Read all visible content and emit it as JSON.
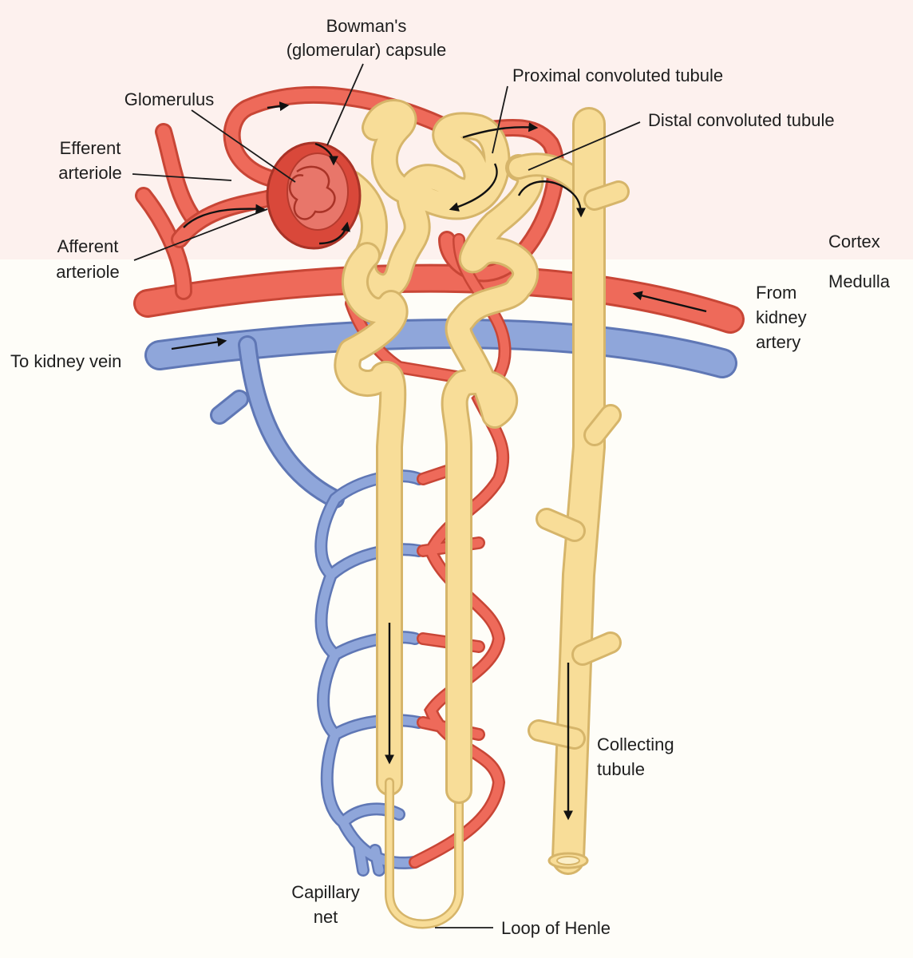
{
  "labels": {
    "bowmans_line1": "Bowman's",
    "bowmans_line2": "(glomerular) capsule",
    "proximal": "Proximal convoluted tubule",
    "glomerulus": "Glomerulus",
    "distal": "Distal convoluted tubule",
    "efferent_line1": "Efferent",
    "efferent_line2": "arteriole",
    "afferent_line1": "Afferent",
    "afferent_line2": "arteriole",
    "cortex": "Cortex",
    "medulla": "Medulla",
    "from_kidney_line1": "From",
    "from_kidney_line2": "kidney",
    "from_kidney_line3": "artery",
    "to_kidney_vein": "To kidney vein",
    "collecting_line1": "Collecting",
    "collecting_line2": "tubule",
    "capillary_line1": "Capillary",
    "capillary_line2": "net",
    "loop_of_henle": "Loop of Henle"
  },
  "colors": {
    "cortex_band": "#fdf1ee",
    "medulla_band": "#fefdf8",
    "artery": "#ee6a5a",
    "artery_outline": "#c84636",
    "vein": "#8fa6da",
    "vein_outline": "#5f77b5",
    "tubule": "#f8dd98",
    "tubule_outline": "#d6b56a",
    "glomerulus": "#d9483a",
    "text": "#1e1e1e"
  }
}
